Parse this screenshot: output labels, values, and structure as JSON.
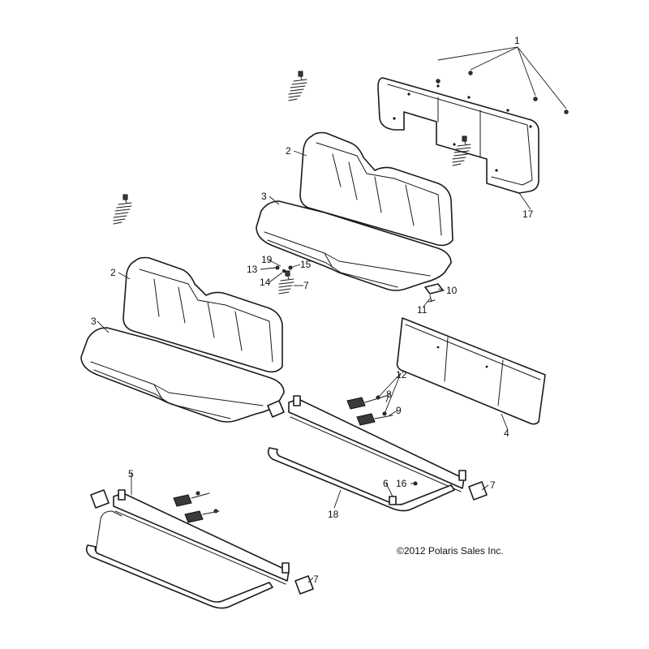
{
  "copyright": "©2012 Polaris Sales Inc.",
  "callouts": [
    "1",
    "2",
    "3",
    "2",
    "3",
    "13",
    "19",
    "15",
    "14",
    "7",
    "10",
    "11",
    "12",
    "8",
    "9",
    "4",
    "5",
    "6",
    "16",
    "7",
    "18",
    "7",
    "17"
  ]
}
